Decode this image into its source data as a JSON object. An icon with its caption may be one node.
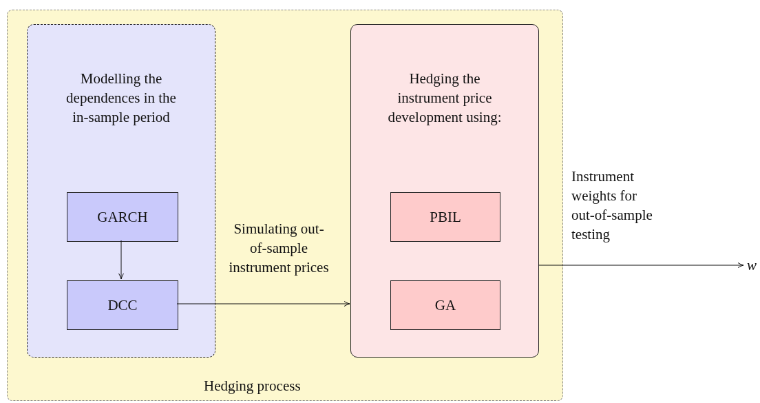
{
  "diagram": {
    "nodes": [
      {
        "text": [
          "Hedging process"
        ]
      },
      {
        "text": [
          "Modelling the dependences in the in-sample period"
        ],
        "in": 0
      },
      {
        "text": [
          "GARCH"
        ],
        "in": 1
      },
      {
        "text": [
          "DCC"
        ],
        "in": 1
      },
      {
        "text": [
          "Hedging the instrument price development using:"
        ],
        "in": 0
      },
      {
        "text": [
          "PBIL"
        ],
        "in": 4
      },
      {
        "text": [
          "GA"
        ],
        "in": 4
      },
      {
        "text": [
          "w"
        ]
      }
    ],
    "edges": [
      {
        "from": 2,
        "to": 3,
        "arrow": "to"
      },
      {
        "from": 3,
        "to": 4,
        "arrow": "to",
        "label": "Simulating out-of-sample instrument prices"
      },
      {
        "from": 4,
        "to": 7,
        "arrow": "to",
        "label": "Instrument weights for out-of-sample testing"
      }
    ]
  }
}
